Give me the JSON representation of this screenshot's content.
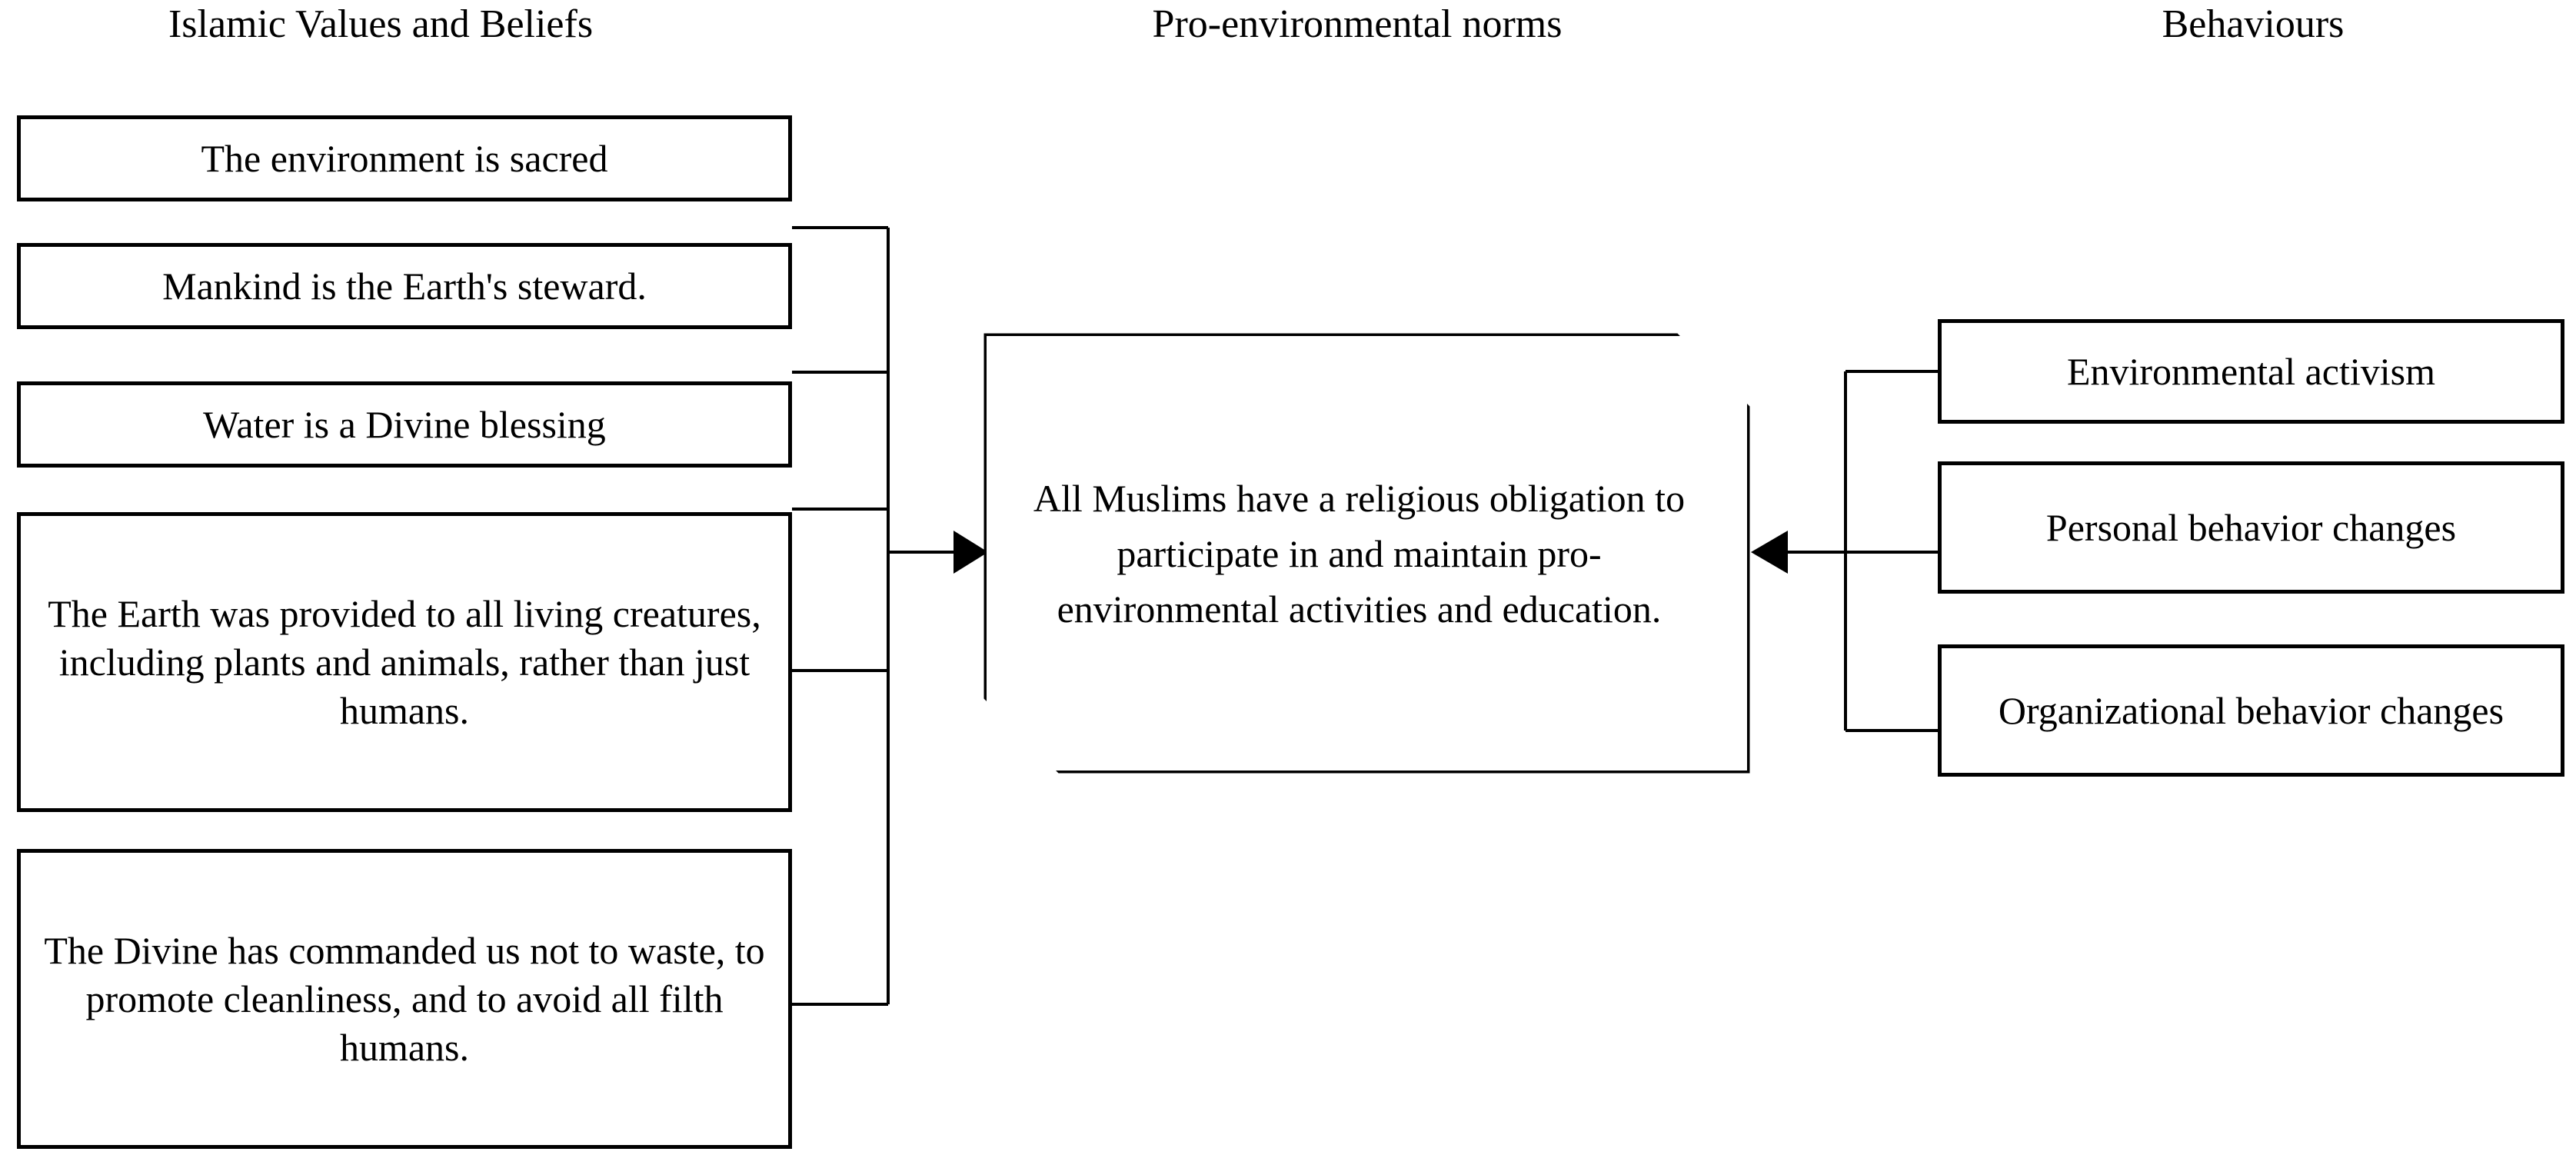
{
  "diagram": {
    "title_columns": [
      {
        "id": "col-islamic-values",
        "label": "Islamic Values and Beliefs"
      },
      {
        "id": "col-pro-environmental-norms",
        "label": "Pro-environmental norms"
      },
      {
        "id": "col-behaviours",
        "label": "Behaviours"
      }
    ],
    "left_nodes": [
      {
        "id": "node-environment-sacred",
        "label": "The environment is sacred"
      },
      {
        "id": "node-mankind-steward",
        "label": "Mankind is the Earth's steward."
      },
      {
        "id": "node-water-divine-blessing",
        "label": "Water is a Divine blessing"
      },
      {
        "id": "node-earth-provided",
        "label": "The Earth was provided to all living creatures, including plants and animals, rather than just humans."
      },
      {
        "id": "node-divine-commanded",
        "label": "The Divine has commanded us not to waste, to promote cleanliness, and to avoid all filth humans."
      }
    ],
    "center_node": {
      "id": "node-religious-obligation",
      "label": "All Muslims have a religious obligation to participate in and maintain pro-environmental activities and education."
    },
    "right_nodes": [
      {
        "id": "node-environmental-activism",
        "label": "Environmental activism"
      },
      {
        "id": "node-personal-behavior-changes",
        "label": "Personal behavior changes"
      },
      {
        "id": "node-organizational-behavior-changes",
        "label": "Organizational behavior changes"
      }
    ],
    "connectors": [
      {
        "id": "connector-left-to-center",
        "from": "left-nodes",
        "to": "node-religious-obligation",
        "arrow": "right"
      },
      {
        "id": "connector-right-to-center",
        "from": "right-nodes",
        "to": "node-religious-obligation",
        "arrow": "left"
      }
    ],
    "colors": {
      "stroke": "#000000",
      "background": "#ffffff",
      "text": "#000000",
      "connector": "#000000"
    }
  }
}
